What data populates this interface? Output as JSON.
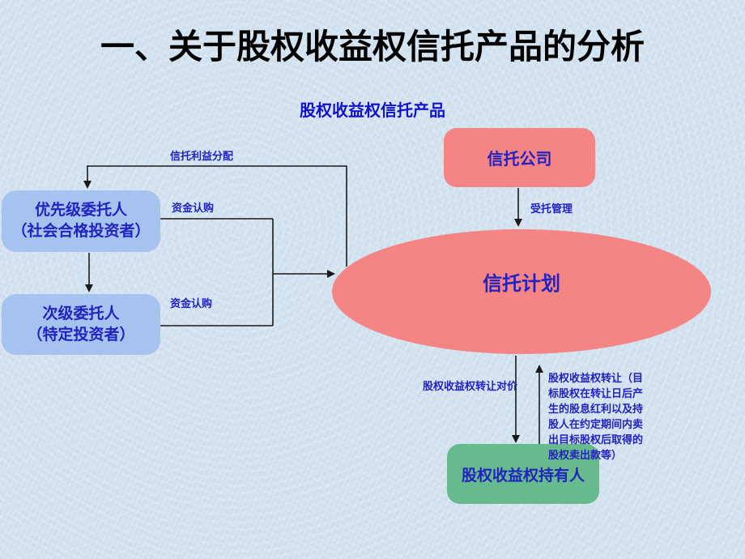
{
  "slide": {
    "title": "一、关于股权收益权信托产品的分析",
    "diagram_title": "股权收益权信托产品"
  },
  "nodes": {
    "trust_company": {
      "label": "信托公司"
    },
    "priority_trustor": {
      "line1": "优先级委托人",
      "line2": "（社会合格投资者）"
    },
    "subordinate_trustor": {
      "line1": "次级委托人",
      "line2": "（特定投资者）"
    },
    "trust_plan": {
      "label": "信托计划"
    },
    "equity_income_right_holder": {
      "label": "股权收益权持有人"
    }
  },
  "edge_labels": {
    "trust_benefit_distribution": "信托利益分配",
    "fund_subscription_upper": "资金认购",
    "fund_subscription_lower": "资金认购",
    "entrusted_management": "受托管理",
    "transfer_consideration": "股权收益权转让对价",
    "equity_transfer_note": "股权收益权转让（目标股权在转让日后产生的股息红利以及持股人在约定期间内卖出目标股权后取得的股权卖出款等）"
  },
  "colors": {
    "pink": "#F58484",
    "blue_box": "#A6C2EE",
    "green_box": "#66BA8D",
    "text_blue": "#2222C0",
    "subtitle_blue": "#1212CC",
    "title_color": "#000000",
    "line_color": "#1A1A1A",
    "background": "#CFE0EE"
  }
}
